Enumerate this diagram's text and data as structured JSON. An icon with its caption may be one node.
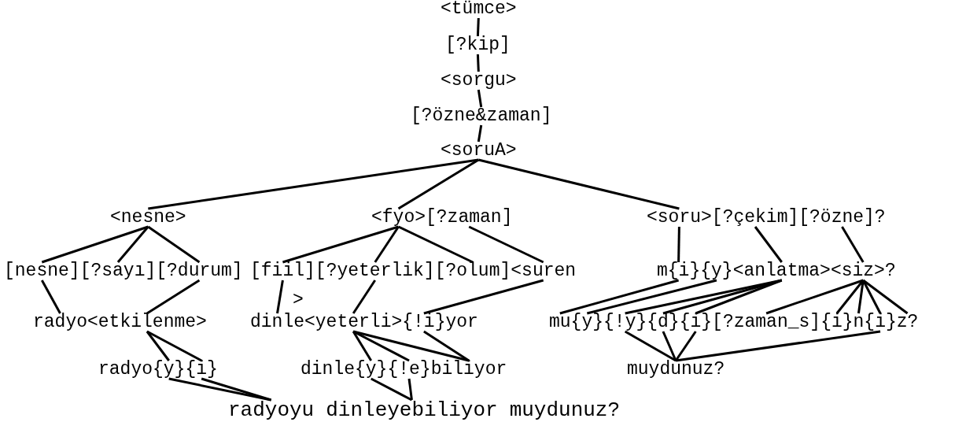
{
  "diagram": {
    "nodes": [
      {
        "text": [
          "<tümce>"
        ]
      },
      {
        "text": [
          "[?kip]"
        ]
      },
      {
        "text": [
          "<sorgu>"
        ]
      },
      {
        "text": [
          "[?özne&zaman]"
        ]
      },
      {
        "text": [
          "<soruA>"
        ]
      },
      {
        "text": [
          "<nesne>"
        ]
      },
      {
        "text": [
          "<fyo>"
        ]
      },
      {
        "text": [
          "[?zaman]"
        ]
      },
      {
        "text": [
          "<soru>"
        ]
      },
      {
        "text": [
          "[?çekim]"
        ]
      },
      {
        "text": [
          "[?özne]?"
        ]
      },
      {
        "text": [
          "[nesne]"
        ]
      },
      {
        "text": [
          "[?sayı]"
        ]
      },
      {
        "text": [
          "[?durum]"
        ]
      },
      {
        "text": [
          "[fiil]"
        ]
      },
      {
        "text": [
          "[?yeterlik]"
        ]
      },
      {
        "text": [
          "[?olum]"
        ]
      },
      {
        "text": [
          "<suren"
        ]
      },
      {
        "text": [
          "m{i}"
        ]
      },
      {
        "text": [
          "{y}"
        ]
      },
      {
        "text": [
          "<anlatma>"
        ]
      },
      {
        "text": [
          "<siz>?"
        ]
      },
      {
        "text": [
          "radyo"
        ]
      },
      {
        "text": [
          "<etkilenme>"
        ]
      },
      {
        "text": [
          "dinle"
        ]
      },
      {
        "text": [
          "<yeterli>"
        ]
      },
      {
        "text": [
          "{!i}"
        ]
      },
      {
        "text": [
          "mu"
        ]
      },
      {
        "text": [
          "{y}"
        ]
      },
      {
        "text": [
          "{!y}"
        ]
      },
      {
        "text": [
          "{d}"
        ]
      },
      {
        "text": [
          "{i}"
        ]
      },
      {
        "text": [
          "[?zaman_s]"
        ]
      },
      {
        "text": [
          "{i}"
        ]
      },
      {
        "text": [
          "n"
        ]
      },
      {
        "text": [
          "{i}"
        ]
      },
      {
        "text": [
          "z?"
        ]
      },
      {
        "text": [
          "{y}"
        ]
      },
      {
        "text": [
          "{i}"
        ]
      },
      {
        "text": [
          "{y}"
        ]
      },
      {
        "text": [
          "{!e}"
        ]
      },
      {
        "text": [
          "biliyor"
        ]
      },
      {
        "text": [
          "muydunuz?"
        ]
      },
      {
        "text": [
          "radyoyu"
        ]
      },
      {
        "text": [
          "dinleyebiliyor"
        ]
      },
      {
        "text": [
          "muydunuz?"
        ]
      }
    ],
    "edges": [
      {
        "from": 0,
        "to": 1,
        "arrow": "none"
      },
      {
        "from": 1,
        "to": 2,
        "arrow": "none"
      },
      {
        "from": 2,
        "to": 3,
        "arrow": "none"
      },
      {
        "from": 3,
        "to": 4,
        "arrow": "none"
      },
      {
        "from": 4,
        "to": 5,
        "arrow": "none"
      },
      {
        "from": 4,
        "to": 6,
        "arrow": "none"
      },
      {
        "from": 4,
        "to": 8,
        "arrow": "none"
      },
      {
        "from": 5,
        "to": 11,
        "arrow": "none"
      },
      {
        "from": 5,
        "to": 12,
        "arrow": "none"
      },
      {
        "from": 5,
        "to": 13,
        "arrow": "none"
      },
      {
        "from": 6,
        "to": 14,
        "arrow": "none"
      },
      {
        "from": 6,
        "to": 15,
        "arrow": "none"
      },
      {
        "from": 6,
        "to": 16,
        "arrow": "none"
      },
      {
        "from": 7,
        "to": 17,
        "arrow": "none"
      },
      {
        "from": 8,
        "to": 18,
        "arrow": "none"
      },
      {
        "from": 9,
        "to": 20,
        "arrow": "none"
      },
      {
        "from": 10,
        "to": 21,
        "arrow": "none"
      },
      {
        "from": 11,
        "to": 22,
        "arrow": "none"
      },
      {
        "from": 13,
        "to": 23,
        "arrow": "none"
      },
      {
        "from": 14,
        "to": 24,
        "arrow": "none"
      },
      {
        "from": 15,
        "to": 25,
        "arrow": "none"
      },
      {
        "from": 17,
        "to": 26,
        "arrow": "none"
      },
      {
        "from": 18,
        "to": 27,
        "arrow": "none"
      },
      {
        "from": 19,
        "to": 28,
        "arrow": "none"
      },
      {
        "from": 20,
        "to": 29,
        "arrow": "none"
      },
      {
        "from": 20,
        "to": 30,
        "arrow": "none"
      },
      {
        "from": 20,
        "to": 31,
        "arrow": "none"
      },
      {
        "from": 21,
        "to": 32,
        "arrow": "none"
      },
      {
        "from": 21,
        "to": 33,
        "arrow": "none"
      },
      {
        "from": 21,
        "to": 34,
        "arrow": "none"
      },
      {
        "from": 21,
        "to": 35,
        "arrow": "none"
      },
      {
        "from": 21,
        "to": 36,
        "arrow": "none"
      },
      {
        "from": 23,
        "to": 37,
        "arrow": "none"
      },
      {
        "from": 23,
        "to": 38,
        "arrow": "none"
      },
      {
        "from": 25,
        "to": 39,
        "arrow": "none"
      },
      {
        "from": 25,
        "to": 40,
        "arrow": "none"
      },
      {
        "from": 25,
        "to": 41,
        "arrow": "none"
      },
      {
        "from": 26,
        "to": 41,
        "arrow": "none"
      },
      {
        "from": 29,
        "to": 42,
        "arrow": "none"
      },
      {
        "from": 30,
        "to": 42,
        "arrow": "none"
      },
      {
        "from": 31,
        "to": 42,
        "arrow": "none"
      },
      {
        "from": 35,
        "to": 42,
        "arrow": "none"
      },
      {
        "from": 37,
        "to": 43,
        "arrow": "none"
      },
      {
        "from": 38,
        "to": 43,
        "arrow": "none"
      },
      {
        "from": 39,
        "to": 44,
        "arrow": "none"
      },
      {
        "from": 40,
        "to": 44,
        "arrow": "none"
      }
    ],
    "labels": [
      ">",
      "yor",
      "radyo",
      "dinle"
    ]
  }
}
